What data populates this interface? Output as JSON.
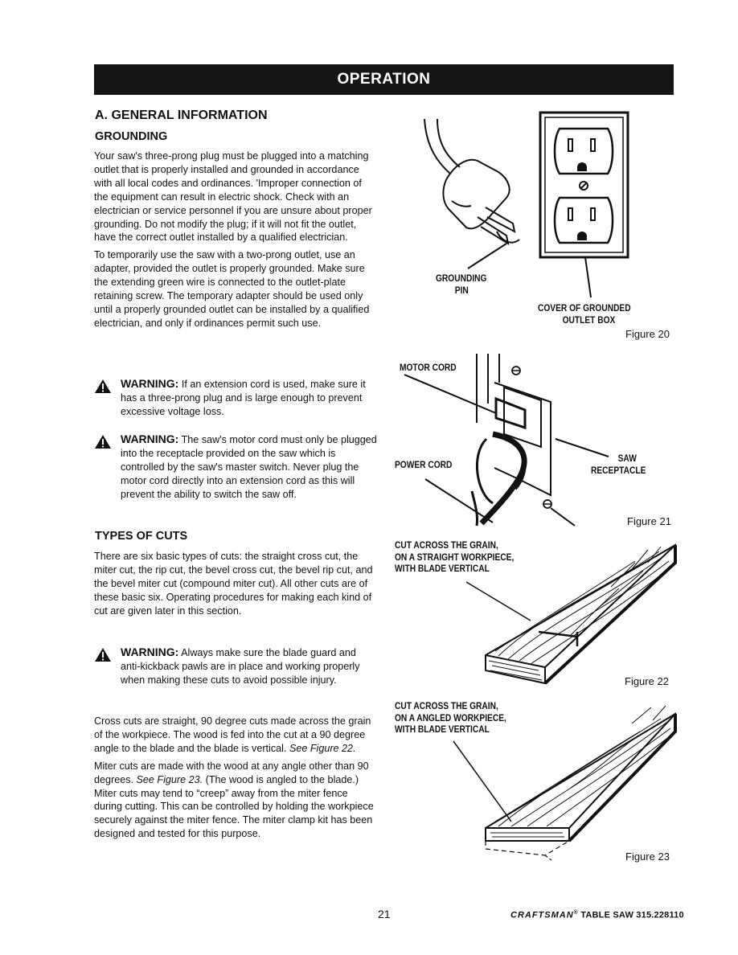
{
  "header": {
    "title": "OPERATION"
  },
  "general": {
    "heading": "A. GENERAL INFORMATION",
    "grounding_heading": "GROUNDING",
    "grounding_p1": "Your saw's three-prong plug must be plugged into a matching outlet that is properly installed and grounded in accordance with all local codes and ordinances. 'Improper connection of the equipment can result in electric shock. Check with an electrician or service personnel if you are unsure about proper grounding. Do not modify the plug; if it will not fit the outlet, have the correct outlet installed by a qualified electrician.",
    "grounding_p2": "To temporarily use the saw with a two-prong outlet, use an adapter, provided the outlet is properly grounded. Make sure the extending green wire is connected to the outlet-plate retaining screw. The temporary adapter should be used only until a properly grounded outlet can be installed by a qualified electrician, and only if ordinances permit such use."
  },
  "warnings": [
    {
      "label": "WARNING:",
      "text": "If an extension cord is used, make sure it has a three-prong plug and is large enough to prevent excessive voltage loss."
    },
    {
      "label": "WARNING:",
      "text": "The saw's motor cord must only be plugged into the receptacle provided on the saw which is controlled by the saw's master switch. Never plug the motor cord directly into an extension cord as this will prevent the ability to switch the saw off."
    },
    {
      "label": "WARNING:",
      "text": "Always make sure the blade guard and anti-kickback pawls are in place and working properly when making these cuts to avoid possible injury."
    }
  ],
  "cuts": {
    "heading": "TYPES OF CUTS",
    "p1": "There are six basic types of cuts: the straight cross cut, the miter cut, the rip cut, the bevel cross cut, the bevel rip cut, and the bevel miter cut (compound miter cut). All other cuts are of these basic six. Operating procedures for making each kind of cut are given later in this section.",
    "p2_main": "Cross cuts are straight, 90 degree cuts made across the grain of the workpiece. The wood is fed into the cut at a 90 degree angle to the blade and the blade is vertical.",
    "p2_ref": "See Figure 22.",
    "p3_a": "Miter cuts are made with the wood at any angle other than 90 degrees.",
    "p3_ref": "See Figure 23.",
    "p3_b": "(The wood is angled to the blade.) Miter cuts may tend to “creep” away from the miter fence during cutting. This can be controlled by holding the workpiece securely against the miter fence. The miter clamp kit has been designed and tested for this purpose."
  },
  "fig20": {
    "pin_l1": "GROUNDING",
    "pin_l2": "PIN",
    "box_l1": "COVER OF GROUNDED",
    "box_l2": "OUTLET BOX",
    "caption": "Figure 20"
  },
  "fig21": {
    "motor": "MOTOR CORD",
    "power": "POWER CORD",
    "saw_l1": "SAW",
    "saw_l2": "RECEPTACLE",
    "caption": "Figure 21"
  },
  "fig22": {
    "l1": "CUT ACROSS THE GRAIN,",
    "l2": "ON A STRAIGHT WORKPIECE,",
    "l3": "WITH BLADE VERTICAL",
    "caption": "Figure 22"
  },
  "fig23": {
    "l1": "CUT ACROSS THE GRAIN,",
    "l2": "ON A ANGLED WORKPIECE,",
    "l3": "WITH BLADE VERTICAL",
    "caption": "Figure 23"
  },
  "footer": {
    "page": "21",
    "brand": "CRAFTSMAN",
    "reg": "®",
    "model": " TABLE SAW 315.228110"
  }
}
